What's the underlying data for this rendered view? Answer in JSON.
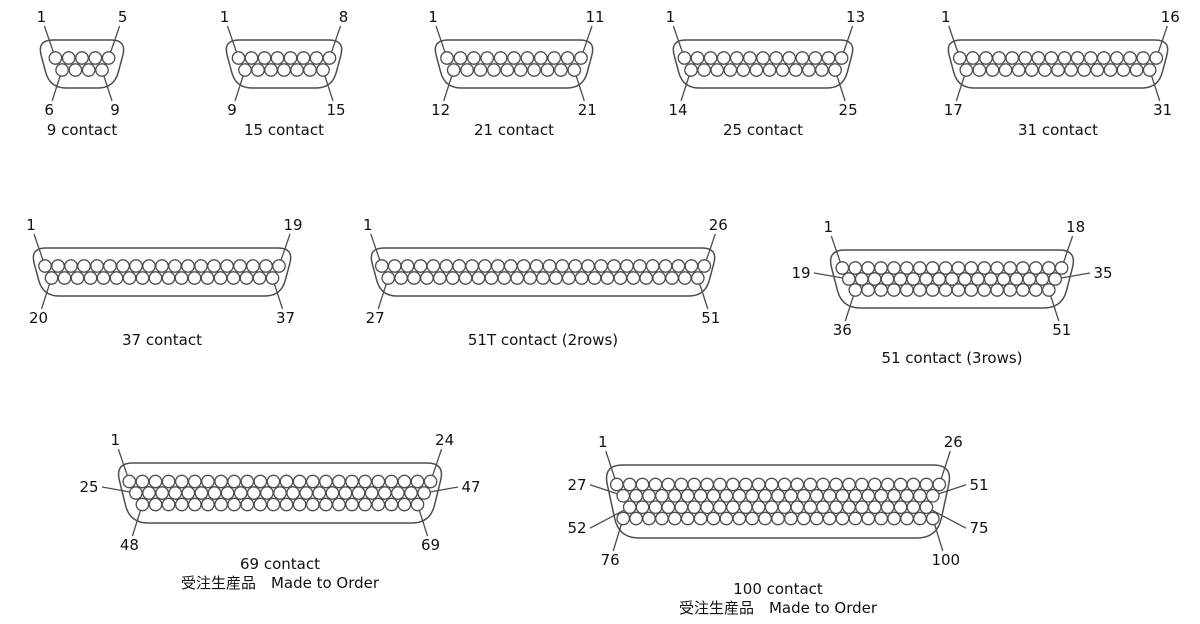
{
  "page": {
    "background": "#ffffff",
    "line_color": "#4d4d4d",
    "text_color": "#111111"
  },
  "connectors": [
    {
      "id": "c9",
      "caption": "9 contact",
      "note": "",
      "rows": [
        5,
        4
      ],
      "row_offsets": [
        0,
        0.5
      ],
      "pin_labels": [
        {
          "text": "1",
          "row": 0,
          "pin": "first",
          "side": "top-left"
        },
        {
          "text": "5",
          "row": 0,
          "pin": "last",
          "side": "top-right"
        },
        {
          "text": "6",
          "row": 1,
          "pin": "first",
          "side": "bottom-left"
        },
        {
          "text": "9",
          "row": 1,
          "pin": "last",
          "side": "bottom-right"
        }
      ]
    },
    {
      "id": "c15",
      "caption": "15 contact",
      "note": "",
      "rows": [
        8,
        7
      ],
      "row_offsets": [
        0,
        0.5
      ],
      "pin_labels": [
        {
          "text": "1",
          "row": 0,
          "pin": "first",
          "side": "top-left"
        },
        {
          "text": "8",
          "row": 0,
          "pin": "last",
          "side": "top-right"
        },
        {
          "text": "9",
          "row": 1,
          "pin": "first",
          "side": "bottom-left"
        },
        {
          "text": "15",
          "row": 1,
          "pin": "last",
          "side": "bottom-right"
        }
      ]
    },
    {
      "id": "c21",
      "caption": "21 contact",
      "note": "",
      "rows": [
        11,
        10
      ],
      "row_offsets": [
        0,
        0.5
      ],
      "pin_labels": [
        {
          "text": "1",
          "row": 0,
          "pin": "first",
          "side": "top-left"
        },
        {
          "text": "11",
          "row": 0,
          "pin": "last",
          "side": "top-right"
        },
        {
          "text": "12",
          "row": 1,
          "pin": "first",
          "side": "bottom-left"
        },
        {
          "text": "21",
          "row": 1,
          "pin": "last",
          "side": "bottom-right"
        }
      ]
    },
    {
      "id": "c25",
      "caption": "25 contact",
      "note": "",
      "rows": [
        13,
        12
      ],
      "row_offsets": [
        0,
        0.5
      ],
      "pin_labels": [
        {
          "text": "1",
          "row": 0,
          "pin": "first",
          "side": "top-left"
        },
        {
          "text": "13",
          "row": 0,
          "pin": "last",
          "side": "top-right"
        },
        {
          "text": "14",
          "row": 1,
          "pin": "first",
          "side": "bottom-left"
        },
        {
          "text": "25",
          "row": 1,
          "pin": "last",
          "side": "bottom-right"
        }
      ]
    },
    {
      "id": "c31",
      "caption": "31 contact",
      "note": "",
      "rows": [
        16,
        15
      ],
      "row_offsets": [
        0,
        0.5
      ],
      "pin_labels": [
        {
          "text": "1",
          "row": 0,
          "pin": "first",
          "side": "top-left"
        },
        {
          "text": "16",
          "row": 0,
          "pin": "last",
          "side": "top-right"
        },
        {
          "text": "17",
          "row": 1,
          "pin": "first",
          "side": "bottom-left"
        },
        {
          "text": "31",
          "row": 1,
          "pin": "last",
          "side": "bottom-right"
        }
      ]
    },
    {
      "id": "c37",
      "caption": "37 contact",
      "note": "",
      "rows": [
        19,
        18
      ],
      "row_offsets": [
        0,
        0.5
      ],
      "pin_labels": [
        {
          "text": "1",
          "row": 0,
          "pin": "first",
          "side": "top-left"
        },
        {
          "text": "19",
          "row": 0,
          "pin": "last",
          "side": "top-right"
        },
        {
          "text": "20",
          "row": 1,
          "pin": "first",
          "side": "bottom-left"
        },
        {
          "text": "37",
          "row": 1,
          "pin": "last",
          "side": "bottom-right"
        }
      ]
    },
    {
      "id": "c51t",
      "caption": "51T contact (2rows)",
      "note": "",
      "rows": [
        26,
        25
      ],
      "row_offsets": [
        0,
        0.5
      ],
      "pin_labels": [
        {
          "text": "1",
          "row": 0,
          "pin": "first",
          "side": "top-left"
        },
        {
          "text": "26",
          "row": 0,
          "pin": "last",
          "side": "top-right"
        },
        {
          "text": "27",
          "row": 1,
          "pin": "first",
          "side": "bottom-left"
        },
        {
          "text": "51",
          "row": 1,
          "pin": "last",
          "side": "bottom-right"
        }
      ]
    },
    {
      "id": "c51",
      "caption": "51 contact (3rows)",
      "note": "",
      "rows": [
        18,
        17,
        16
      ],
      "row_offsets": [
        0,
        0.5,
        1
      ],
      "pin_labels": [
        {
          "text": "1",
          "row": 0,
          "pin": "first",
          "side": "top-left"
        },
        {
          "text": "18",
          "row": 0,
          "pin": "last",
          "side": "top-right"
        },
        {
          "text": "19",
          "row": 1,
          "pin": "first",
          "side": "left"
        },
        {
          "text": "35",
          "row": 1,
          "pin": "last",
          "side": "right"
        },
        {
          "text": "36",
          "row": 2,
          "pin": "first",
          "side": "bottom-left"
        },
        {
          "text": "51",
          "row": 2,
          "pin": "last",
          "side": "bottom-right"
        }
      ]
    },
    {
      "id": "c69",
      "caption": "69 contact",
      "note": "受注生産品　Made to Order",
      "rows": [
        24,
        23,
        22
      ],
      "row_offsets": [
        0,
        0.5,
        1
      ],
      "pin_labels": [
        {
          "text": "1",
          "row": 0,
          "pin": "first",
          "side": "top-left"
        },
        {
          "text": "24",
          "row": 0,
          "pin": "last",
          "side": "top-right"
        },
        {
          "text": "25",
          "row": 1,
          "pin": "first",
          "side": "left"
        },
        {
          "text": "47",
          "row": 1,
          "pin": "last",
          "side": "right"
        },
        {
          "text": "48",
          "row": 2,
          "pin": "first",
          "side": "bottom-left"
        },
        {
          "text": "69",
          "row": 2,
          "pin": "last",
          "side": "bottom-right"
        }
      ]
    },
    {
      "id": "c100",
      "caption": "100 contact",
      "note": "受注生産品　Made to Order",
      "rows": [
        26,
        25,
        24,
        25
      ],
      "row_offsets": [
        0,
        0.5,
        1,
        0.5
      ],
      "pin_labels": [
        {
          "text": "1",
          "row": 0,
          "pin": "first",
          "side": "top-left"
        },
        {
          "text": "26",
          "row": 0,
          "pin": "last",
          "side": "top-right"
        },
        {
          "text": "27",
          "row": 1,
          "pin": "first",
          "side": "left"
        },
        {
          "text": "51",
          "row": 1,
          "pin": "last",
          "side": "right"
        },
        {
          "text": "52",
          "row": 2,
          "pin": "first",
          "side": "left"
        },
        {
          "text": "75",
          "row": 2,
          "pin": "last",
          "side": "right"
        },
        {
          "text": "76",
          "row": 3,
          "pin": "first",
          "side": "bottom-left"
        },
        {
          "text": "100",
          "row": 3,
          "pin": "last",
          "side": "bottom-right"
        }
      ]
    }
  ]
}
